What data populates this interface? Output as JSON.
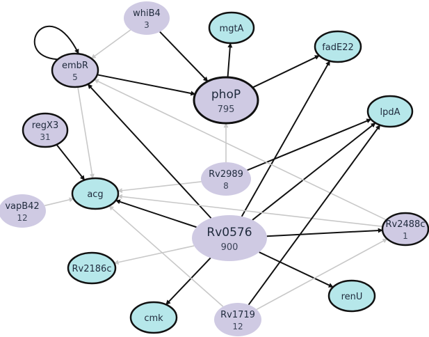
{
  "colors": {
    "tf_fill": "#cfcae3",
    "target_fill": "#b6e7ea",
    "stroke_dark": "#111111",
    "edge_dark": "#111111",
    "edge_light": "#c8c8c8"
  },
  "nodes": [
    {
      "id": "whiB4",
      "label": "whiB4",
      "count": "3",
      "kind": "tf",
      "outlined": false
    },
    {
      "id": "mgtA",
      "label": "mgtA",
      "count": "",
      "kind": "target",
      "outlined": true
    },
    {
      "id": "fadE22",
      "label": "fadE22",
      "count": "",
      "kind": "target",
      "outlined": true
    },
    {
      "id": "embR",
      "label": "embR",
      "count": "5",
      "kind": "tf",
      "outlined": true
    },
    {
      "id": "phoP",
      "label": "phoP",
      "count": "795",
      "kind": "tf",
      "outlined": true,
      "big": true
    },
    {
      "id": "lpdA",
      "label": "lpdA",
      "count": "",
      "kind": "target",
      "outlined": true
    },
    {
      "id": "regX3",
      "label": "regX3",
      "count": "31",
      "kind": "tf",
      "outlined": true
    },
    {
      "id": "Rv2989",
      "label": "Rv2989",
      "count": "8",
      "kind": "tf",
      "outlined": false
    },
    {
      "id": "acg",
      "label": "acg",
      "count": "",
      "kind": "target",
      "outlined": true
    },
    {
      "id": "vapB42",
      "label": "vapB42",
      "count": "12",
      "kind": "tf",
      "outlined": false
    },
    {
      "id": "Rv0576",
      "label": "Rv0576",
      "count": "900",
      "kind": "tf",
      "outlined": false,
      "big": true
    },
    {
      "id": "Rv2488c",
      "label": "Rv2488c",
      "count": "1",
      "kind": "tf",
      "outlined": true
    },
    {
      "id": "Rv2186c",
      "label": "Rv2186c",
      "count": "",
      "kind": "target",
      "outlined": true
    },
    {
      "id": "renU",
      "label": "renU",
      "count": "",
      "kind": "target",
      "outlined": true
    },
    {
      "id": "cmk",
      "label": "cmk",
      "count": "",
      "kind": "target",
      "outlined": true
    },
    {
      "id": "Rv1719",
      "label": "Rv1719",
      "count": "12",
      "kind": "tf",
      "outlined": false
    }
  ],
  "edges": [
    {
      "from": "embR",
      "to": "embR",
      "style": "dark"
    },
    {
      "from": "whiB4",
      "to": "embR",
      "style": "light"
    },
    {
      "from": "whiB4",
      "to": "phoP",
      "style": "dark"
    },
    {
      "from": "embR",
      "to": "phoP",
      "style": "dark"
    },
    {
      "from": "phoP",
      "to": "mgtA",
      "style": "dark"
    },
    {
      "from": "phoP",
      "to": "fadE22",
      "style": "dark"
    },
    {
      "from": "embR",
      "to": "acg",
      "style": "light"
    },
    {
      "from": "regX3",
      "to": "acg",
      "style": "dark"
    },
    {
      "from": "vapB42",
      "to": "acg",
      "style": "light"
    },
    {
      "from": "Rv2989",
      "to": "phoP",
      "style": "light"
    },
    {
      "from": "Rv2989",
      "to": "lpdA",
      "style": "dark"
    },
    {
      "from": "Rv2989",
      "to": "acg",
      "style": "light"
    },
    {
      "from": "Rv0576",
      "to": "embR",
      "style": "dark"
    },
    {
      "from": "Rv0576",
      "to": "acg",
      "style": "dark"
    },
    {
      "from": "Rv0576",
      "to": "fadE22",
      "style": "dark"
    },
    {
      "from": "Rv0576",
      "to": "lpdA",
      "style": "dark"
    },
    {
      "from": "Rv0576",
      "to": "Rv2488c",
      "style": "dark"
    },
    {
      "from": "Rv0576",
      "to": "Rv2186c",
      "style": "light"
    },
    {
      "from": "Rv0576",
      "to": "renU",
      "style": "dark"
    },
    {
      "from": "Rv0576",
      "to": "cmk",
      "style": "dark"
    },
    {
      "from": "Rv2488c",
      "to": "embR",
      "style": "light"
    },
    {
      "from": "Rv2488c",
      "to": "acg",
      "style": "light"
    },
    {
      "from": "Rv1719",
      "to": "lpdA",
      "style": "dark"
    },
    {
      "from": "Rv1719",
      "to": "Rv2488c",
      "style": "light"
    },
    {
      "from": "Rv1719",
      "to": "acg",
      "style": "light"
    }
  ]
}
